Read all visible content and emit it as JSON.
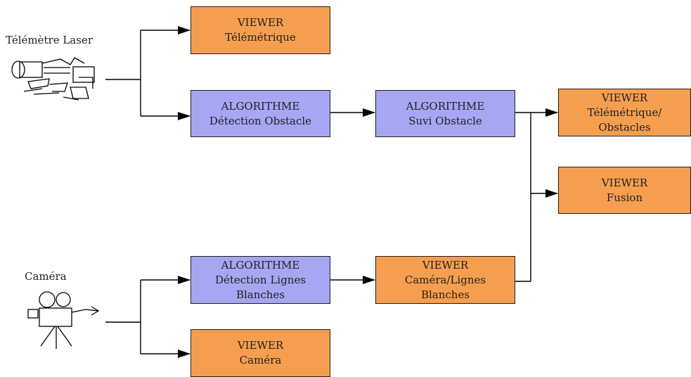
{
  "sources": {
    "laser": {
      "label": "Télémètre Laser",
      "icon": "laser-rangefinder-icon"
    },
    "camera": {
      "label": "Caméra",
      "icon": "video-camera-on-tripod-icon"
    }
  },
  "nodes": {
    "viewer_telemetrique": {
      "kind": "viewer",
      "lines": [
        "VIEWER",
        "Télémétrique"
      ]
    },
    "algo_detection_obstacle": {
      "kind": "algorithm",
      "lines": [
        "ALGORITHME",
        "Détection Obstacle"
      ]
    },
    "algo_suivi_obstacle": {
      "kind": "algorithm",
      "lines": [
        "ALGORITHME",
        "Suvi Obstacle"
      ]
    },
    "viewer_telemetrique_obstacles": {
      "kind": "viewer",
      "lines": [
        "VIEWER",
        "Télémétrique/",
        "Obstacles"
      ]
    },
    "viewer_fusion": {
      "kind": "viewer",
      "lines": [
        "VIEWER",
        "Fusion"
      ]
    },
    "algo_detection_lignes": {
      "kind": "algorithm",
      "lines": [
        "ALGORITHME",
        "Détection Lignes",
        "Blanches"
      ]
    },
    "viewer_camera_lignes": {
      "kind": "viewer",
      "lines": [
        "VIEWER",
        "Caméra/Lignes",
        "Blanches"
      ]
    },
    "viewer_camera": {
      "kind": "viewer",
      "lines": [
        "VIEWER",
        "Caméra"
      ]
    }
  },
  "colors": {
    "viewer": "#f59e4f",
    "algorithm": "#a6a6f2",
    "line": "#000000"
  }
}
